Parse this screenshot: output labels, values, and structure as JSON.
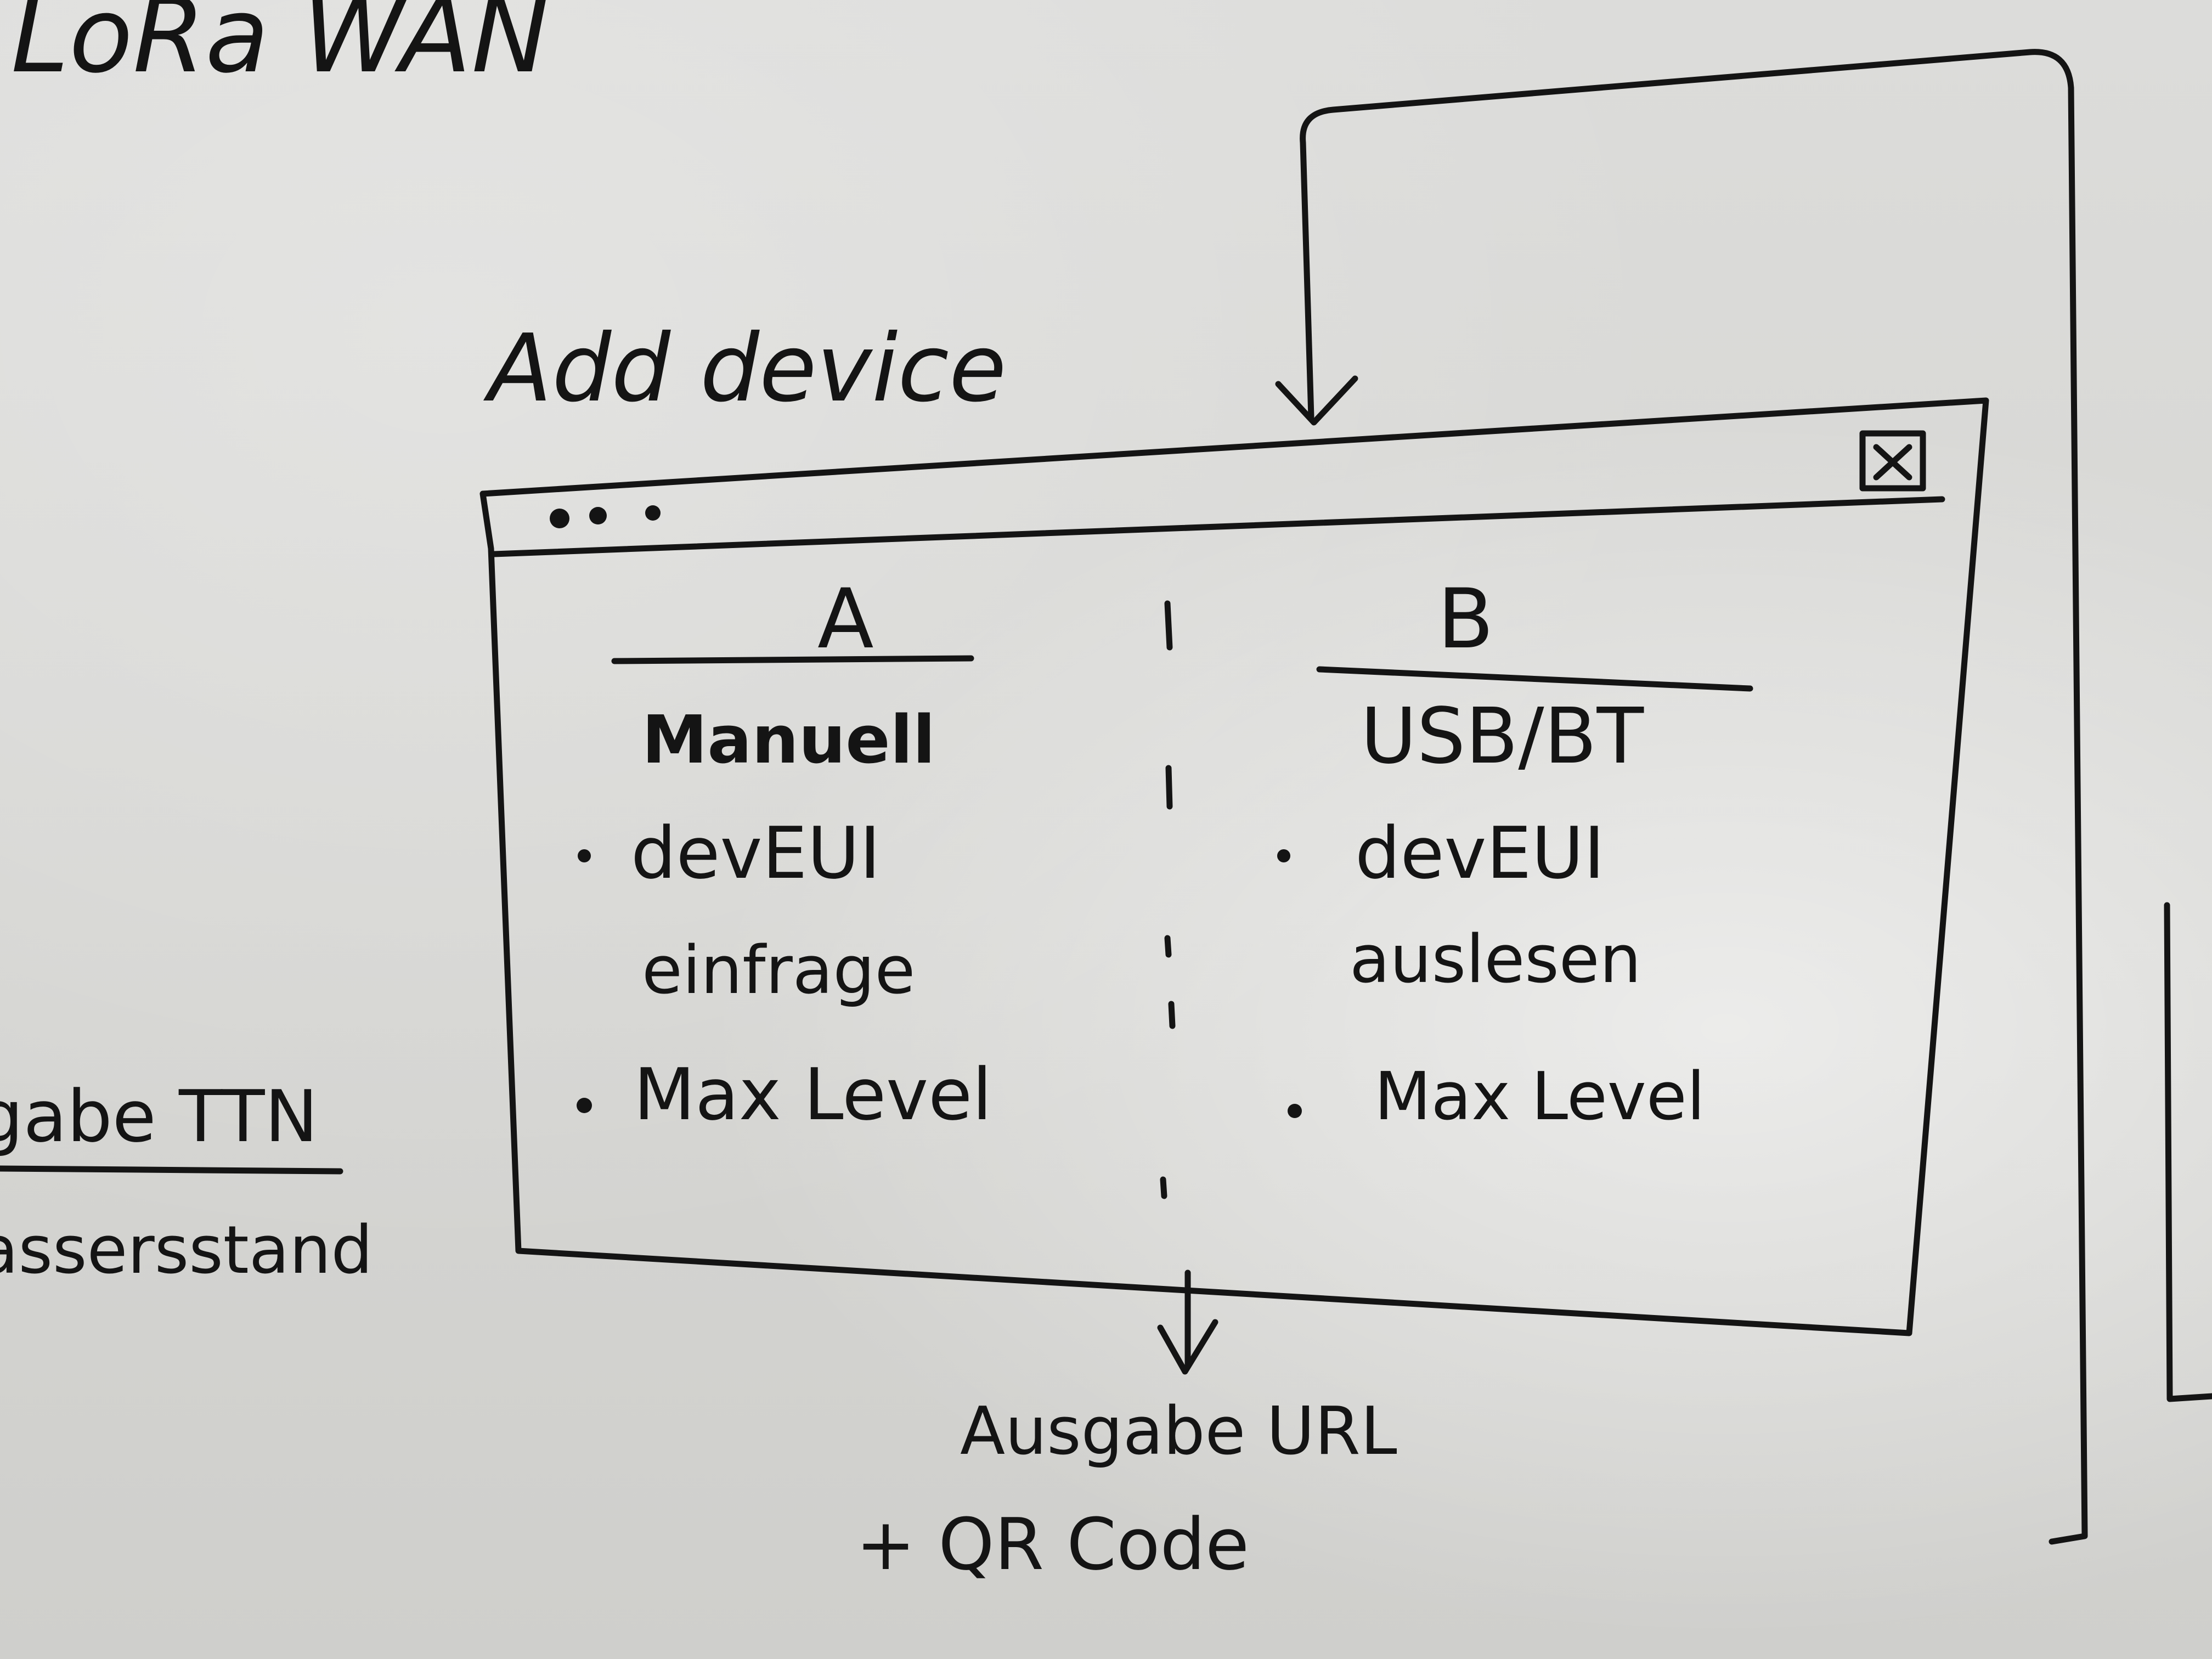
{
  "top_left_text": "LoRa WAN",
  "window_title": "Add device",
  "window_controls": {
    "dot_icons": [
      "dot-icon",
      "dot-icon",
      "dot-icon"
    ],
    "close_icon": "close-icon"
  },
  "panel_a": {
    "heading": "A",
    "subheading": "Manuell",
    "items": [
      "devEUI",
      "einfrage",
      "Max Level"
    ]
  },
  "panel_b": {
    "heading": "B",
    "subheading": "USB/BT",
    "items": [
      "devEUI",
      "auslesen",
      "Max Level"
    ]
  },
  "left_margin_text": {
    "line1": "gabe TTN",
    "line2": "assersstand"
  },
  "output": {
    "line1": "Ausgabe URL",
    "line2": "+ QR Code"
  },
  "colors": {
    "ink": "#141414",
    "board": "#d9d9d6"
  }
}
